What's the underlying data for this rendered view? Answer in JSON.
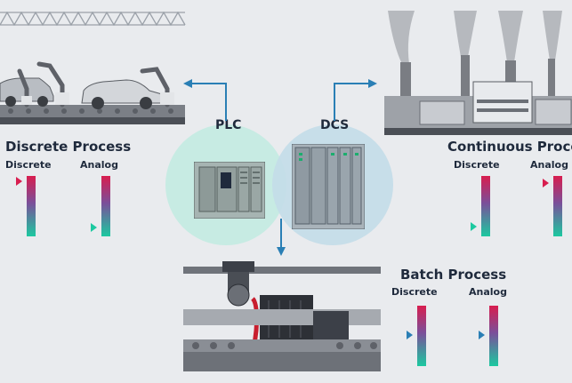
{
  "venn": {
    "left_label": "PLC",
    "right_label": "DCS"
  },
  "discrete_process": {
    "title": "Discrete Process",
    "col1": "Discrete",
    "col2": "Analog"
  },
  "continuous_process": {
    "title": "Continuous Process",
    "col1": "Discrete",
    "col2": "Analog"
  },
  "batch_process": {
    "title": "Batch Process",
    "col1": "Discrete",
    "col2": "Analog"
  },
  "colors": {
    "circle_left": "#c7ebe3",
    "circle_right": "#c3dce8",
    "arrow": "#2a7fb5",
    "bar_top": "#d81e4f",
    "bar_bottom": "#1cc9a0"
  },
  "icons": [
    "car-assembly-line-illustration",
    "factory-illustration",
    "plc-hardware-illustration",
    "dcs-hardware-illustration",
    "batch-machine-illustration",
    "truss-icon"
  ]
}
